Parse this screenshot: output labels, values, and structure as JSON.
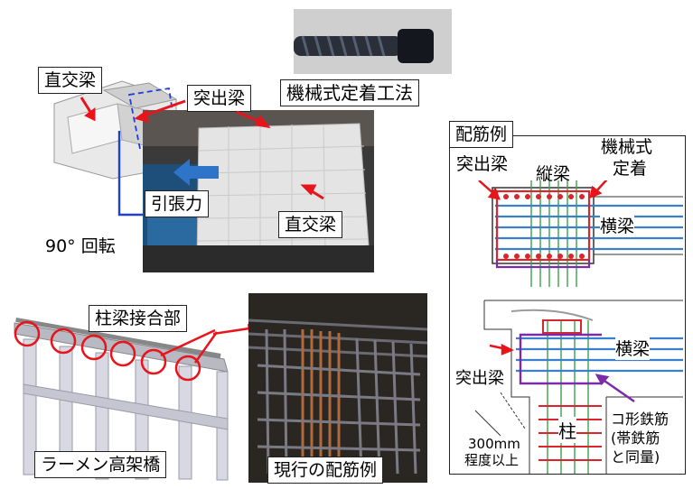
{
  "labels": {
    "chokko_top": "直交梁",
    "tosshutsu_top": "突出梁",
    "kikai": "機械式定着工法",
    "inchoryoku": "引張力",
    "kaiten": "90° 回転",
    "chokko_photo": "直交梁",
    "chuuryou": "柱梁接合部",
    "rahmen": "ラーメン高架橋",
    "genko": "現行の配筋例"
  },
  "haikin": {
    "title": "配筋例",
    "tosshutsu": "突出梁",
    "juryou": "縦梁",
    "kikaishiki": "機械式",
    "teichaku": "定着",
    "yokoryou_top": "横梁",
    "yokoryou_bottom": "横梁",
    "tosshutsu_bottom": "突出梁",
    "hashira": "柱",
    "ko_line1": "コ形鉄筋",
    "ko_line2": "(帯鉄筋",
    "ko_line3": "と同量)",
    "dim_line1": "300mm",
    "dim_line2": "程度以上"
  },
  "colors": {
    "arrow_red": "#e8141b",
    "arrow_blue": "#1f3fd6",
    "rebar_red": "#d9262c",
    "rebar_blue": "#3a7fc9",
    "rebar_purple": "#7b2aa8",
    "rebar_green": "#3ca34a"
  }
}
